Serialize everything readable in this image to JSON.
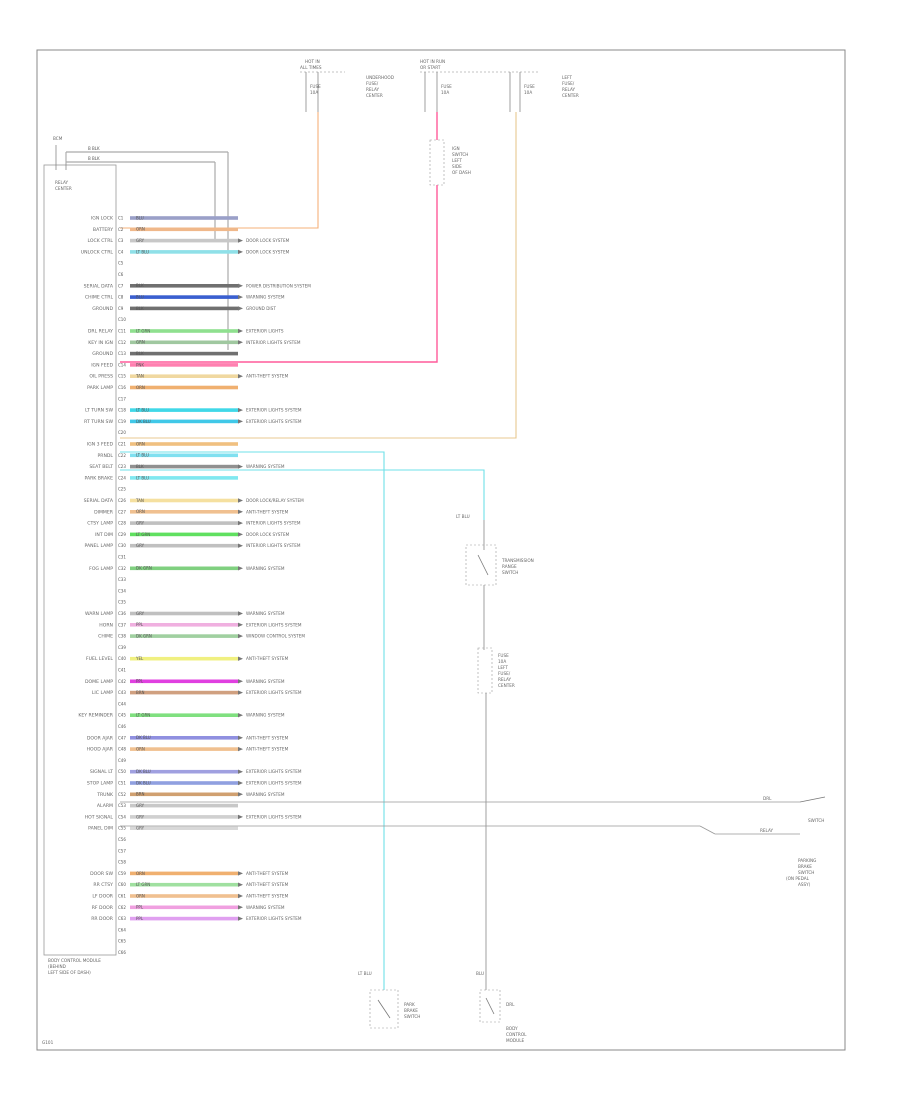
{
  "diagram": {
    "border_color": "#888888",
    "top_connectors": [
      {
        "id": "c1",
        "lines": [
          "HOT IN",
          "ALL TIMES"
        ],
        "fuse_lines": [
          "FUSE",
          "10A"
        ],
        "side_lines": [
          "UNDERHOOD",
          "FUSE/",
          "RELAY",
          "CENTER"
        ]
      },
      {
        "id": "c2",
        "lines": [
          "HOT IN RUN",
          "OR START"
        ],
        "fuse_lines": [
          "FUSE",
          "10A"
        ],
        "side_lines": [
          "LEFT",
          "FUSE/",
          "RELAY"
        ]
      },
      {
        "id": "c3",
        "lines": [],
        "fuse_lines": [
          "FUSE",
          "10A"
        ],
        "side_lines": [
          "LEFT",
          "FUSE/",
          "RELAY",
          "CENTER"
        ]
      }
    ],
    "top_left": {
      "title": "BCM",
      "label_lines": [
        "RELAY",
        "CENTER"
      ],
      "wires": [
        "B BLK",
        "B BLK"
      ]
    },
    "connector_title": [
      "BODY CONTROL MODULE",
      "(BEHIND",
      "LEFT SIDE OF DASH)"
    ],
    "ignition_block": [
      "IGN",
      "SWITCH",
      "LEFT",
      "SIDE",
      "OF DASH"
    ],
    "mid_component": {
      "lines": [
        "TRANSMISSION",
        "RANGE",
        "SWITCH"
      ]
    },
    "mid_component2": {
      "lines": [
        "FUSE",
        "10A",
        "LEFT",
        "FUSE/",
        "RELAY",
        "CENTER"
      ]
    },
    "right_switch": {
      "labels": [
        "DRL",
        "SWITCH",
        "RELAY"
      ],
      "lines": [
        "PARKING",
        "BRAKE",
        "SWITCH",
        "(ON PEDAL",
        "ASSY)"
      ]
    },
    "bottom_components": [
      {
        "id": "b1",
        "lines": [
          "PARK",
          "BRAKE",
          "SWITCH"
        ],
        "wire": "LT BLU"
      },
      {
        "id": "b2",
        "lines": [
          "DRL",
          "BODY",
          "CONTROL",
          "MODULE"
        ],
        "wire": "BLU"
      }
    ],
    "footer_tag": "G101"
  },
  "pins": [
    {
      "n": "C1",
      "label": "IGN LOCK",
      "wire": "BLU",
      "color": "#9aa0c8",
      "ref": ""
    },
    {
      "n": "C2",
      "label": "BATTERY",
      "wire": "ORN",
      "color": "#f0b88a",
      "ref": ""
    },
    {
      "n": "C3",
      "label": "LOCK CTRL",
      "wire": "GRY",
      "color": "#c8c8c8",
      "ref": "DOOR LOCK SYSTEM"
    },
    {
      "n": "C4",
      "label": "UNLOCK CTRL",
      "wire": "LT BLU",
      "color": "#8fe0e8",
      "ref": "DOOR LOCK SYSTEM"
    },
    {
      "n": "C5",
      "label": "",
      "wire": "",
      "color": "",
      "ref": ""
    },
    {
      "n": "C6",
      "label": "",
      "wire": "",
      "color": "",
      "ref": ""
    },
    {
      "n": "C7",
      "label": "SERIAL DATA",
      "wire": "BLK",
      "color": "#707070",
      "ref": "POWER DISTRIBUTION SYSTEM"
    },
    {
      "n": "C8",
      "label": "CHIME CTRL",
      "wire": "BLU",
      "color": "#3a5fd0",
      "ref": "WARNING SYSTEM"
    },
    {
      "n": "C9",
      "label": "GROUND",
      "wire": "BLK",
      "color": "#707070",
      "ref": "GROUND DIST"
    },
    {
      "n": "C10",
      "label": "",
      "wire": "",
      "color": "",
      "ref": ""
    },
    {
      "n": "C11",
      "label": "DRL RELAY",
      "wire": "LT GRN",
      "color": "#8fe08f",
      "ref": "EXTERIOR LIGHTS"
    },
    {
      "n": "C12",
      "label": "KEY IN IGN",
      "wire": "GRN",
      "color": "#a0c8a0",
      "ref": "INTERIOR LIGHTS SYSTEM"
    },
    {
      "n": "C13",
      "label": "GROUND",
      "wire": "BLK",
      "color": "#707070",
      "ref": ""
    },
    {
      "n": "C14",
      "label": "IGN FEED",
      "wire": "PNK",
      "color": "#ff80b0",
      "ref": ""
    },
    {
      "n": "C15",
      "label": "OIL PRESS",
      "wire": "TAN",
      "color": "#f0d8a0",
      "ref": "ANTI-THEFT SYSTEM"
    },
    {
      "n": "C16",
      "label": "PARK LAMP",
      "wire": "ORN",
      "color": "#f0b070",
      "ref": ""
    },
    {
      "n": "C17",
      "label": "",
      "wire": "",
      "color": "",
      "ref": ""
    },
    {
      "n": "C18",
      "label": "LT TURN SW",
      "wire": "LT BLU",
      "color": "#40d8e8",
      "ref": "EXTERIOR LIGHTS SYSTEM"
    },
    {
      "n": "C19",
      "label": "RT TURN SW",
      "wire": "DK BLU",
      "color": "#40c8e8",
      "ref": "EXTERIOR LIGHTS SYSTEM"
    },
    {
      "n": "C20",
      "label": "",
      "wire": "",
      "color": "",
      "ref": ""
    },
    {
      "n": "C21",
      "label": "IGN 3 FEED",
      "wire": "ORN",
      "color": "#f0c080",
      "ref": ""
    },
    {
      "n": "C22",
      "label": "PRNDL",
      "wire": "LT BLU",
      "color": "#80e0f0",
      "ref": ""
    },
    {
      "n": "C23",
      "label": "SEAT BELT",
      "wire": "BLK",
      "color": "#909090",
      "ref": "WARNING SYSTEM"
    },
    {
      "n": "C24",
      "label": "PARK BRAKE",
      "wire": "LT BLU",
      "color": "#80e8f0",
      "ref": ""
    },
    {
      "n": "C25",
      "label": "",
      "wire": "",
      "color": "",
      "ref": ""
    },
    {
      "n": "C26",
      "label": "SERIAL DATA",
      "wire": "TAN",
      "color": "#f5e0a0",
      "ref": "DOOR LOCK/RELAY SYSTEM"
    },
    {
      "n": "C27",
      "label": "DIMMER",
      "wire": "ORN",
      "color": "#f0c090",
      "ref": "ANTI-THEFT SYSTEM"
    },
    {
      "n": "C28",
      "label": "CTSY LAMP",
      "wire": "GRY",
      "color": "#c0c0c0",
      "ref": "INTERIOR LIGHTS SYSTEM"
    },
    {
      "n": "C29",
      "label": "INT DIM",
      "wire": "LT GRN",
      "color": "#60e060",
      "ref": "DOOR LOCK SYSTEM"
    },
    {
      "n": "C30",
      "label": "PANEL LAMP",
      "wire": "GRY",
      "color": "#c0c0c0",
      "ref": "INTERIOR LIGHTS SYSTEM"
    },
    {
      "n": "C31",
      "label": "",
      "wire": "",
      "color": "",
      "ref": ""
    },
    {
      "n": "C32",
      "label": "FOG LAMP",
      "wire": "DK GRN",
      "color": "#80d080",
      "ref": "WARNING SYSTEM"
    },
    {
      "n": "C33",
      "label": "",
      "wire": "",
      "color": "",
      "ref": ""
    },
    {
      "n": "C34",
      "label": "",
      "wire": "",
      "color": "",
      "ref": ""
    },
    {
      "n": "C35",
      "label": "",
      "wire": "",
      "color": "",
      "ref": ""
    },
    {
      "n": "C36",
      "label": "WARN LAMP",
      "wire": "GRY",
      "color": "#c0c0c0",
      "ref": "WARNING SYSTEM"
    },
    {
      "n": "C37",
      "label": "HORN",
      "wire": "PPL",
      "color": "#f0b0e0",
      "ref": "EXTERIOR LIGHTS SYSTEM"
    },
    {
      "n": "C38",
      "label": "CHIME",
      "wire": "DK GRN",
      "color": "#a0d0a0",
      "ref": "WINDOW CONTROL SYSTEM"
    },
    {
      "n": "C39",
      "label": "",
      "wire": "",
      "color": "",
      "ref": ""
    },
    {
      "n": "C40",
      "label": "FUEL LEVEL",
      "wire": "YEL",
      "color": "#f0f080",
      "ref": "ANTI-THEFT SYSTEM"
    },
    {
      "n": "C41",
      "label": "",
      "wire": "",
      "color": "",
      "ref": ""
    },
    {
      "n": "C42",
      "label": "DOME LAMP",
      "wire": "PPL",
      "color": "#e040e0",
      "ref": "WARNING SYSTEM"
    },
    {
      "n": "C43",
      "label": "LIC LAMP",
      "wire": "BRN",
      "color": "#d0a080",
      "ref": "EXTERIOR LIGHTS SYSTEM"
    },
    {
      "n": "C44",
      "label": "",
      "wire": "",
      "color": "",
      "ref": ""
    },
    {
      "n": "C45",
      "label": "KEY REMINDER",
      "wire": "LT GRN",
      "color": "#80e080",
      "ref": "WARNING SYSTEM"
    },
    {
      "n": "C46",
      "label": "",
      "wire": "",
      "color": "",
      "ref": ""
    },
    {
      "n": "C47",
      "label": "DOOR AJAR",
      "wire": "DK BLU",
      "color": "#9090e0",
      "ref": "ANTI-THEFT SYSTEM"
    },
    {
      "n": "C48",
      "label": "HOOD AJAR",
      "wire": "ORN",
      "color": "#f0c090",
      "ref": "ANTI-THEFT SYSTEM"
    },
    {
      "n": "C49",
      "label": "",
      "wire": "",
      "color": "",
      "ref": ""
    },
    {
      "n": "C50",
      "label": "SIGNAL LT",
      "wire": "DK BLU",
      "color": "#a0a0e0",
      "ref": "EXTERIOR LIGHTS SYSTEM"
    },
    {
      "n": "C51",
      "label": "STOP LAMP",
      "wire": "DK BLU",
      "color": "#90a0e0",
      "ref": "EXTERIOR LIGHTS SYSTEM"
    },
    {
      "n": "C52",
      "label": "TRUNK",
      "wire": "BRN",
      "color": "#d0a070",
      "ref": "WARNING SYSTEM"
    },
    {
      "n": "C53",
      "label": "ALARM",
      "wire": "GRY",
      "color": "#c8c8c8",
      "ref": ""
    },
    {
      "n": "C54",
      "label": "HOT SIGNAL",
      "wire": "GRY",
      "color": "#d0d0d0",
      "ref": "EXTERIOR LIGHTS SYSTEM"
    },
    {
      "n": "C55",
      "label": "PANEL DIM",
      "wire": "GRY",
      "color": "#d8d8d8",
      "ref": ""
    },
    {
      "n": "C56",
      "label": "",
      "wire": "",
      "color": "",
      "ref": ""
    },
    {
      "n": "C57",
      "label": "",
      "wire": "",
      "color": "",
      "ref": ""
    },
    {
      "n": "C58",
      "label": "",
      "wire": "",
      "color": "",
      "ref": ""
    },
    {
      "n": "C59",
      "label": "DOOR SW",
      "wire": "ORN",
      "color": "#f0b070",
      "ref": "ANTI-THEFT SYSTEM"
    },
    {
      "n": "C60",
      "label": "RR CTSY",
      "wire": "LT GRN",
      "color": "#a0e0a0",
      "ref": "ANTI-THEFT SYSTEM"
    },
    {
      "n": "C61",
      "label": "LF DOOR",
      "wire": "ORN",
      "color": "#f0c090",
      "ref": "ANTI-THEFT SYSTEM"
    },
    {
      "n": "C62",
      "label": "RF DOOR",
      "wire": "PPL",
      "color": "#f0a0e0",
      "ref": "WARNING SYSTEM"
    },
    {
      "n": "C63",
      "label": "RR DOOR",
      "wire": "PPL",
      "color": "#e0a0f0",
      "ref": "EXTERIOR LIGHTS SYSTEM"
    },
    {
      "n": "C64",
      "label": "",
      "wire": "",
      "color": "",
      "ref": ""
    },
    {
      "n": "C65",
      "label": "",
      "wire": "",
      "color": "",
      "ref": ""
    },
    {
      "n": "C66",
      "label": "",
      "wire": "",
      "color": "",
      "ref": ""
    }
  ]
}
